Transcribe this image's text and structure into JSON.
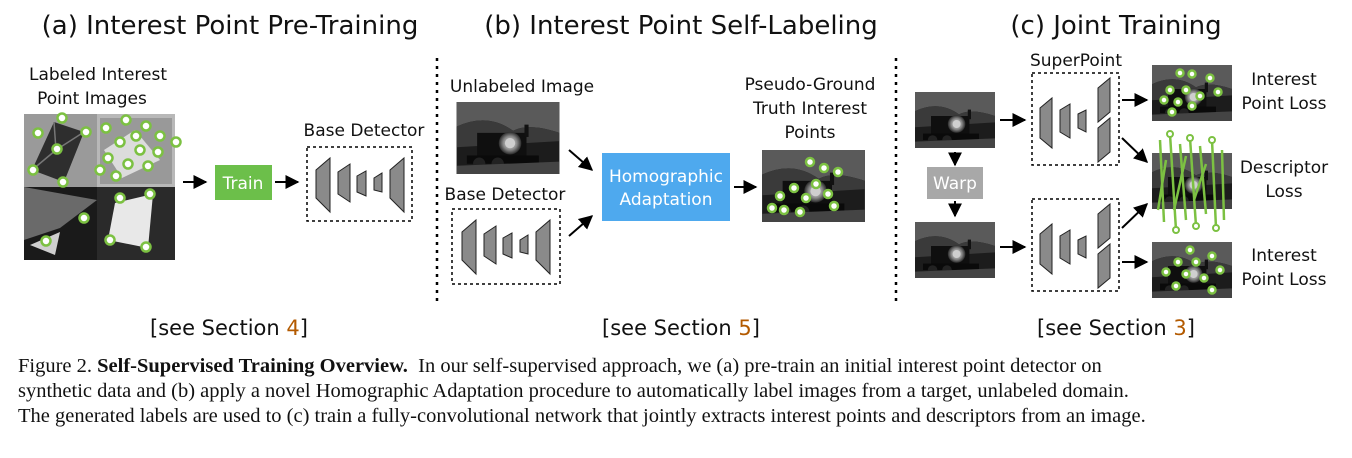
{
  "panels": {
    "a": {
      "title": "(a) Interest Point Pre-Training",
      "images_label_line1": "Labeled Interest",
      "images_label_line2": "Point Images",
      "train_label": "Train",
      "detector_label": "Base Detector",
      "section_prefix": "[see Section ",
      "section_number": "4",
      "section_suffix": "]"
    },
    "b": {
      "title": "(b) Interest Point Self-Labeling",
      "unlabeled_label": "Unlabeled Image",
      "detector_label": "Base Detector",
      "homographic_line1": "Homographic",
      "homographic_line2": "Adaptation",
      "pseudo_line1": "Pseudo-Ground",
      "pseudo_line2": "Truth Interest",
      "pseudo_line3": "Points",
      "section_prefix": "[see Section ",
      "section_number": "5",
      "section_suffix": "]"
    },
    "c": {
      "title": "(c) Joint Training",
      "superpoint_label": "SuperPoint",
      "warp_label": "Warp",
      "loss_top_line1": "Interest",
      "loss_top_line2": "Point Loss",
      "descriptor_line1": "Descriptor",
      "descriptor_line2": "Loss",
      "loss_bottom_line1": "Interest",
      "loss_bottom_line2": "Point Loss",
      "section_prefix": "[see Section ",
      "section_number": "3",
      "section_suffix": "]"
    }
  },
  "caption": {
    "figure_label": "Figure 2.",
    "bold_title": "Self-Supervised Training Overview.",
    "line1_rest": "In our self-supervised approach, we (a) pre-train an initial interest point detector on",
    "line2": "synthetic data and (b) apply a novel Homographic Adaptation procedure to automatically label images from a target, unlabeled domain.",
    "line3": "The generated labels are used to (c) train a fully-convolutional network that jointly extracts interest points and descriptors from an image."
  },
  "colors": {
    "train_green": "#6cbf4a",
    "homographic_blue": "#4ea9ee",
    "warp_gray": "#a8a8a8",
    "keypoint_green": "#7cc142",
    "section_ref": "#b35a00"
  }
}
